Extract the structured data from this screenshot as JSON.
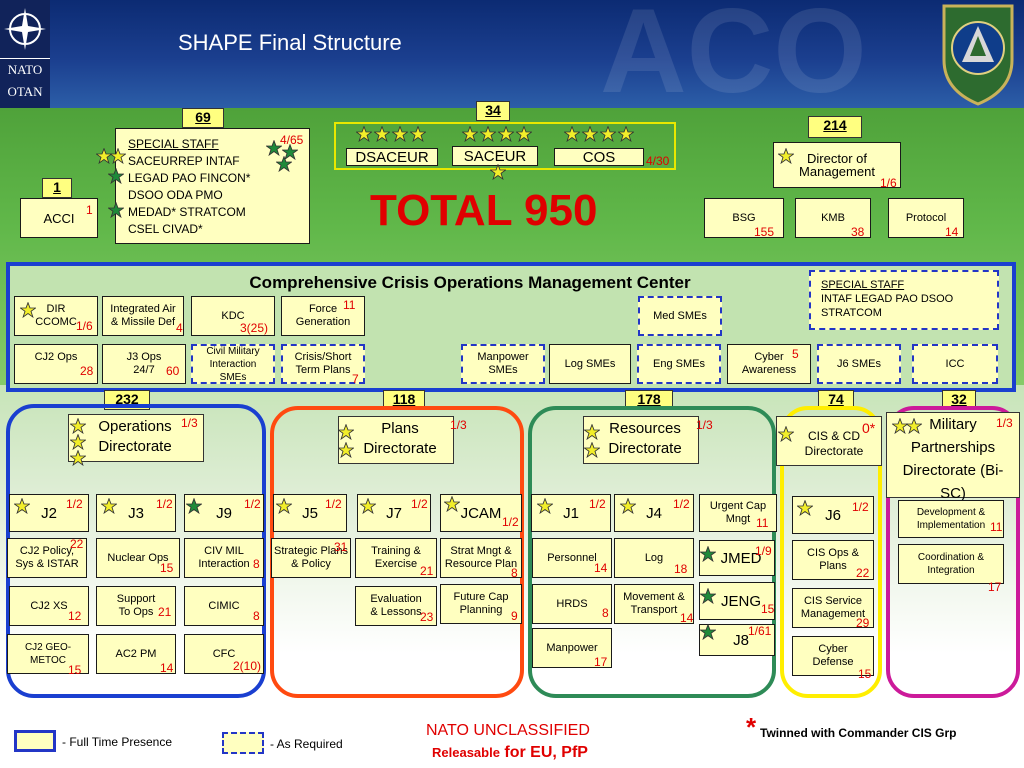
{
  "header": {
    "title": "SHAPE Final Structure",
    "nato_logo": "NATO\nOTAN",
    "watermark": "ACO"
  },
  "colors": {
    "header": "#1b3f8f",
    "green": "#5db445",
    "yellow_box": "#ffffc0",
    "red": "#e00000",
    "blue": "#2336c6",
    "ops_frame": "#1a3fd0",
    "plans_frame": "#ff4a10",
    "res_frame": "#2e8b57",
    "cis_frame": "#ffee00",
    "mil_frame": "#cc1a9a"
  },
  "top": {
    "special_staff": {
      "count": "69",
      "lines": [
        "SPECIAL STAFF",
        "SACEURREP INTAF",
        "LEGAD PAO FINCON*",
        "DSOO ODA PMO",
        "MEDAD* STRATCOM",
        "CSEL CIVAD*"
      ],
      "num": "4/65"
    },
    "command": {
      "count": "34",
      "dsaceur": "DSACEUR",
      "saceur": "SACEUR",
      "cos": "COS",
      "num": "4/30"
    },
    "acci": {
      "count": "1",
      "label": "ACCI",
      "num": "1"
    },
    "total": "TOTAL 950",
    "dom": {
      "count": "214",
      "label": "Director of Management",
      "num": "1/6"
    },
    "bsg": {
      "label": "BSG",
      "num": "155"
    },
    "kmb": {
      "label": "KMB",
      "num": "38"
    },
    "protocol": {
      "label": "Protocol",
      "num": "14"
    }
  },
  "ccomc": {
    "title": "Comprehensive Crisis Operations Management Center",
    "special_staff": [
      "SPECIAL STAFF",
      "INTAF LEGAD PAO DSOO",
      "STRATCOM"
    ],
    "dir": {
      "label": "DIR CCOMC",
      "num": "1/6"
    },
    "iamd": {
      "label": "Integrated Air & Missile Def",
      "num": "4"
    },
    "kdc": {
      "label": "KDC",
      "num": "3(25)"
    },
    "forcegen": {
      "label": "Force Generation",
      "num": "11"
    },
    "medsmes": {
      "label": "Med SMEs"
    },
    "cj2ops": {
      "label": "CJ2 Ops",
      "num": "28"
    },
    "j3ops": {
      "label": "J3 Ops 24/7",
      "num": "60"
    },
    "cimic_int": {
      "label": "Civil Military Interaction SMEs"
    },
    "crisis": {
      "label": "Crisis/Short Term Plans",
      "num": "7"
    },
    "manpower": {
      "label": "Manpower SMEs"
    },
    "log": {
      "label": "Log SMEs"
    },
    "eng": {
      "label": "Eng SMEs"
    },
    "cyber": {
      "label": "Cyber Awareness",
      "num": "5"
    },
    "j6": {
      "label": "J6 SMEs"
    },
    "icc": {
      "label": "ICC"
    }
  },
  "ops": {
    "count": "232",
    "title": "Operations Directorate",
    "num": "1/3",
    "j2": {
      "label": "J2",
      "num": "1/2"
    },
    "j3": {
      "label": "J3",
      "num": "1/2"
    },
    "j9": {
      "label": "J9",
      "num": "1/2"
    },
    "cj2policy": {
      "label": "CJ2 Policy, Sys & ISTAR",
      "num": "22"
    },
    "nuclear": {
      "label": "Nuclear Ops",
      "num": "15"
    },
    "civmil": {
      "label": "CIV MIL Interaction",
      "num": "8"
    },
    "cj2xs": {
      "label": "CJ2 XS",
      "num": "12"
    },
    "support": {
      "label": "Support To Ops",
      "num": "21"
    },
    "cimic": {
      "label": "CIMIC",
      "num": "8"
    },
    "geometoc": {
      "label": "CJ2 GEO-METOC",
      "num": "15"
    },
    "ac2pm": {
      "label": "AC2 PM",
      "num": "14"
    },
    "cfc": {
      "label": "CFC",
      "num": "2(10)"
    }
  },
  "plans": {
    "count": "118",
    "title": "Plans Directorate",
    "num": "1/3",
    "j5": {
      "label": "J5",
      "num": "1/2"
    },
    "j7": {
      "label": "J7",
      "num": "1/2"
    },
    "jcam": {
      "label": "JCAM",
      "num": "1/2"
    },
    "strategic": {
      "label": "Strategic Plans & Policy",
      "num": "31"
    },
    "training": {
      "label": "Training & Exercise",
      "num": "21"
    },
    "stratmngt": {
      "label": "Strat Mngt & Resource Plan",
      "num": "8"
    },
    "eval": {
      "label": "Evaluation & Lessons",
      "num": "23"
    },
    "futurecap": {
      "label": "Future Cap Planning",
      "num": "9"
    }
  },
  "res": {
    "count": "178",
    "title": "Resources Directorate",
    "num": "1/3",
    "j1": {
      "label": "J1",
      "num": "1/2"
    },
    "j4": {
      "label": "J4",
      "num": "1/2"
    },
    "urgent": {
      "label": "Urgent Cap Mngt",
      "num": "11"
    },
    "personnel": {
      "label": "Personnel",
      "num": "14"
    },
    "log": {
      "label": "Log",
      "num": "18"
    },
    "jmed": {
      "label": "JMED",
      "num": "1/9"
    },
    "hrds": {
      "label": "HRDS",
      "num": "8"
    },
    "movement": {
      "label": "Movement & Transport",
      "num": "14"
    },
    "jeng": {
      "label": "JENG",
      "num": "15"
    },
    "manpower": {
      "label": "Manpower",
      "num": "17"
    },
    "j8": {
      "label": "J8",
      "num": "1/61"
    }
  },
  "cis": {
    "count": "74",
    "title": "CIS & CD Directorate",
    "num": "0*",
    "j6": {
      "label": "J6",
      "num": "1/2"
    },
    "cisops": {
      "label": "CIS Ops & Plans",
      "num": "22"
    },
    "cisservice": {
      "label": "CIS Service Management",
      "num": "29"
    },
    "cyberdef": {
      "label": "Cyber Defense",
      "num": "15"
    }
  },
  "mil": {
    "count": "32",
    "title": "Military Partnerships Directorate (Bi-SC)",
    "num": "1/3",
    "dev": {
      "label": "Development & Implementation",
      "num": "11"
    },
    "coord": {
      "label": "Coordination & Integration",
      "num": "17"
    }
  },
  "legend": {
    "full": "- Full Time Presence",
    "asreq": "- As Required"
  },
  "footer": {
    "classification": "NATO UNCLASSIFIED",
    "releasable_a": "Releasable",
    "releasable_b": "for EU, PfP",
    "note": "Twinned with Commander CIS Grp",
    "asterisk": "*"
  }
}
